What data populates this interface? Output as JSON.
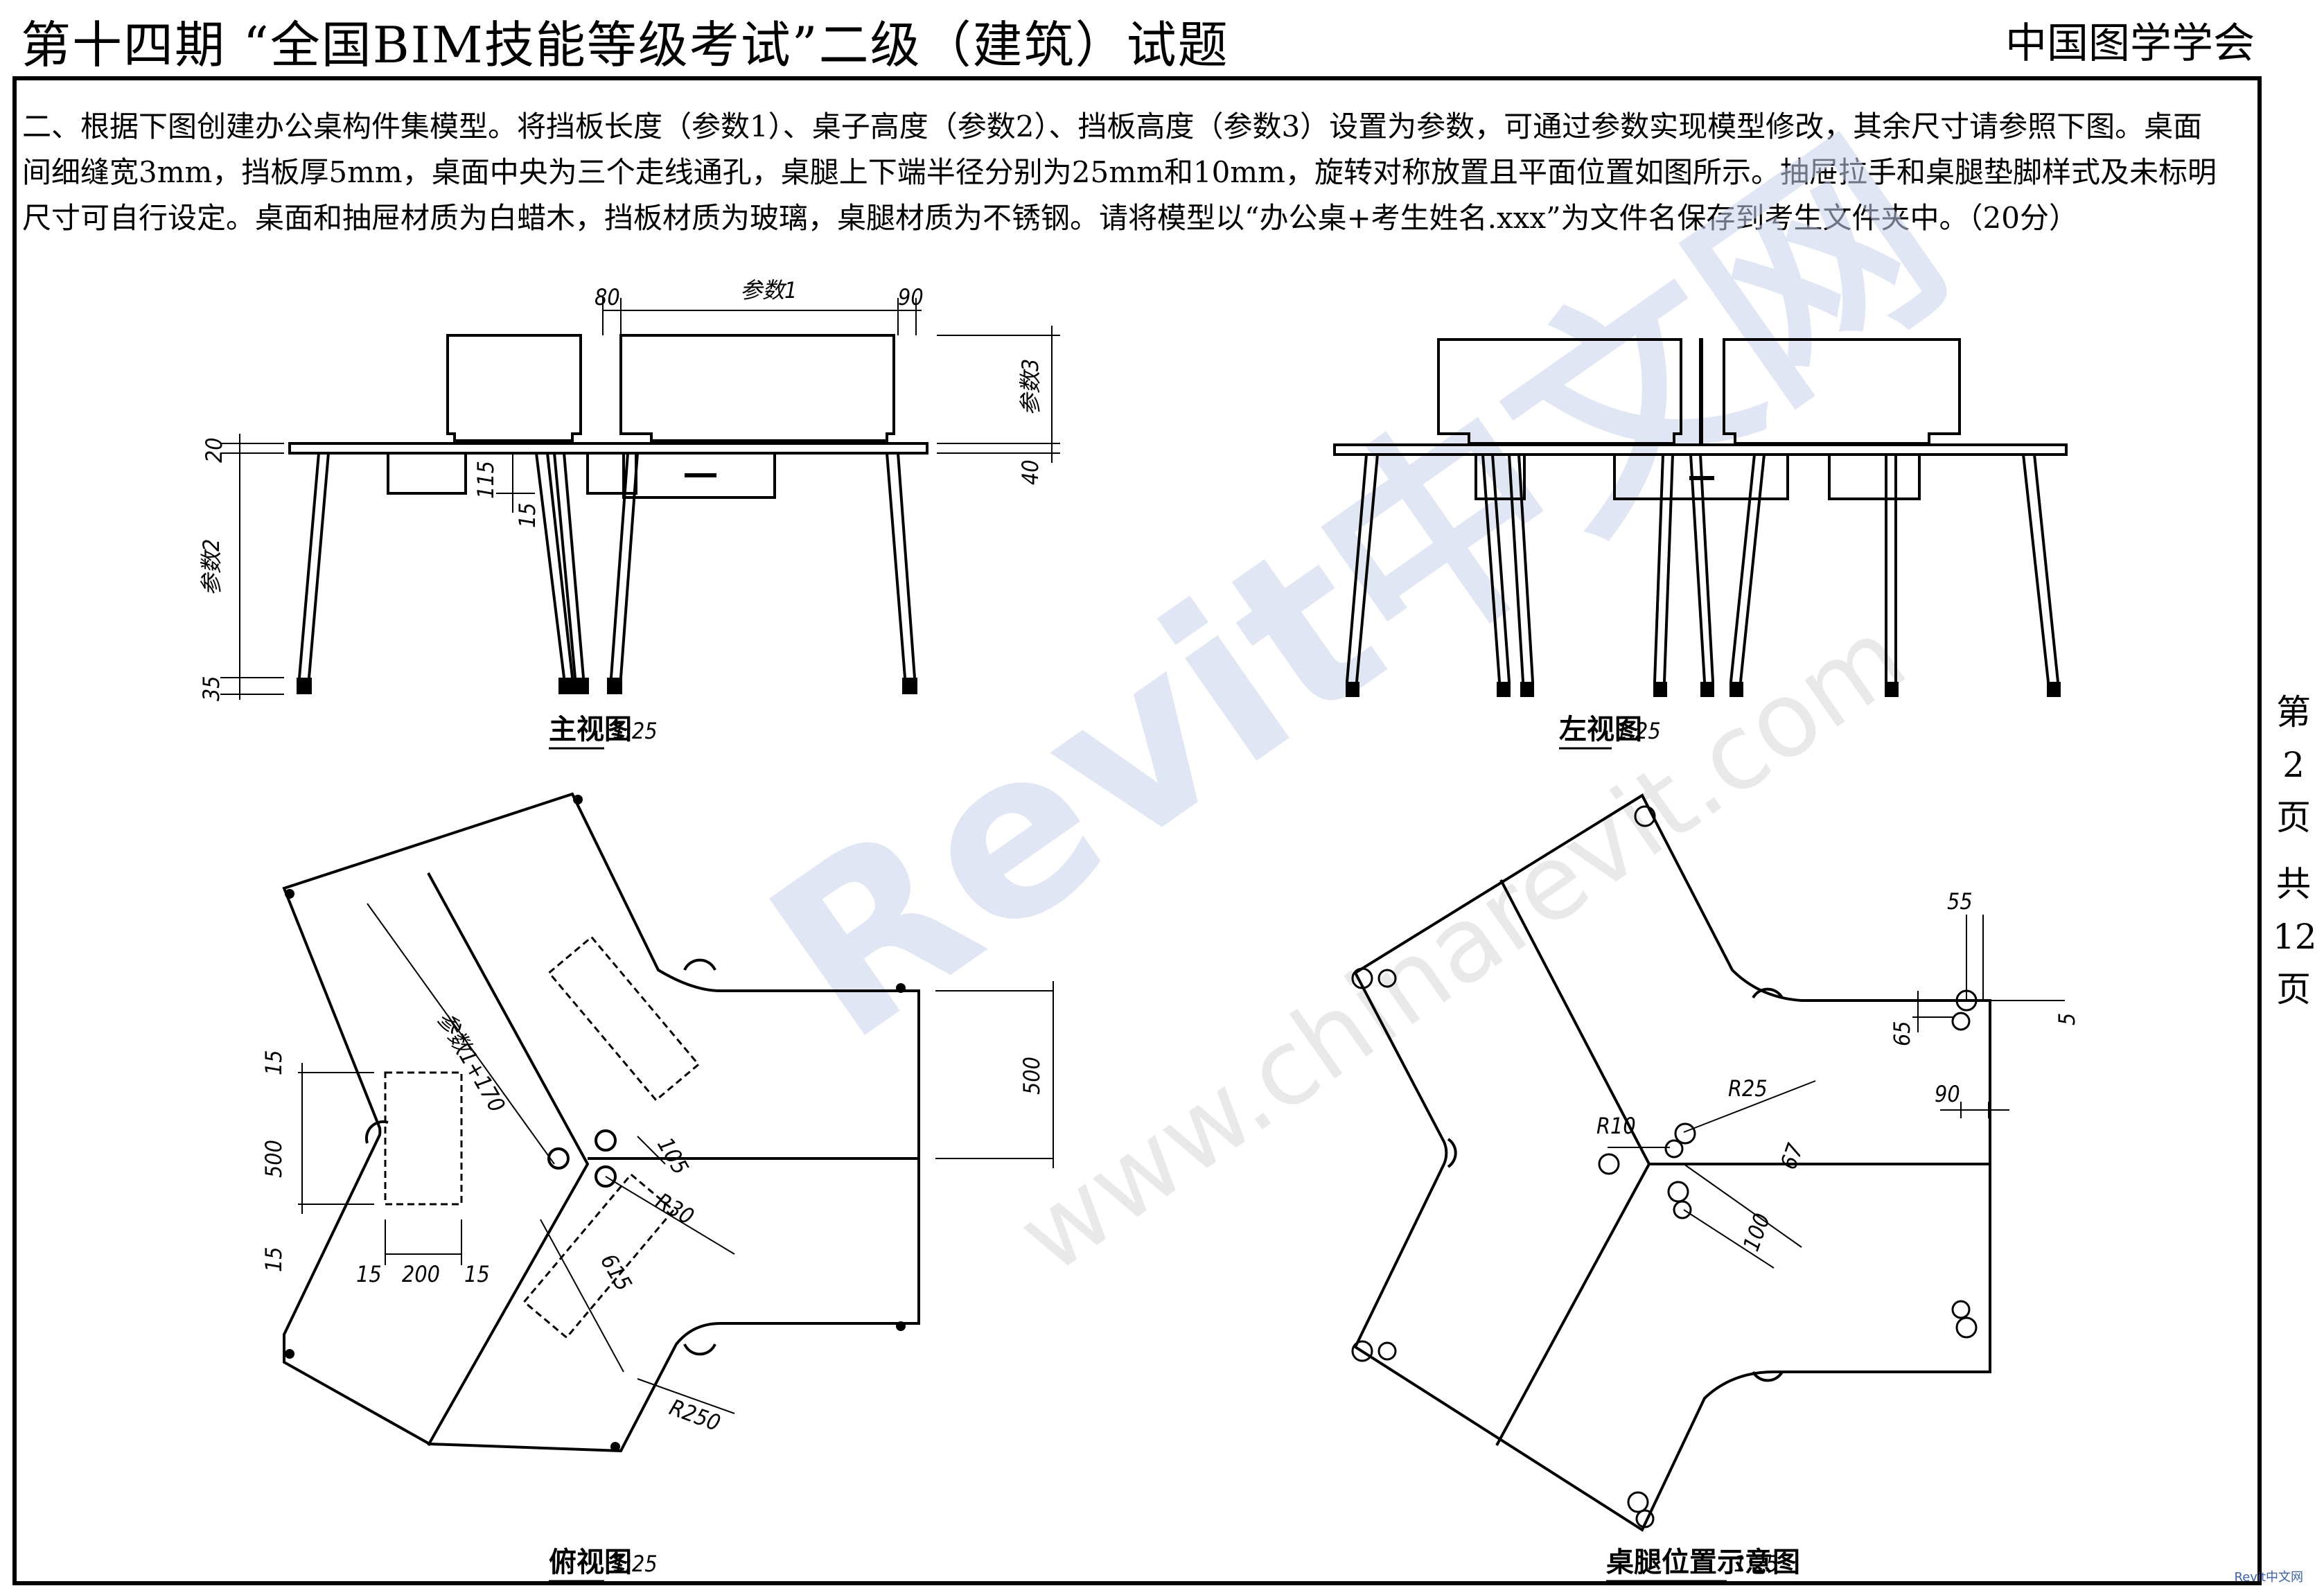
{
  "header": {
    "title": "第十四期 “全国BIM技能等级考试”二级（建筑）试题",
    "org": "中国图学学会"
  },
  "question": {
    "text": "二、根据下图创建办公桌构件集模型。将挡板长度（参数1）、桌子高度（参数2）、挡板高度（参数3）设置为参数，可通过参数实现模型修改，其余尺寸请参照下图。桌面间细缝宽3mm，挡板厚5mm，桌面中央为三个走线通孔，桌腿上下端半径分别为25mm和10mm，旋转对称放置且平面位置如图所示。抽屉拉手和桌腿垫脚样式及未标明尺寸可自行设定。桌面和抽屉材质为白蜡木，挡板材质为玻璃，桌腿材质为不锈钢。请将模型以“办公桌+考生姓名.xxx”为文件名保存到考生文件夹中。（20分）"
  },
  "page_indicator": [
    "第",
    "2",
    "页",
    "共",
    "12",
    "页"
  ],
  "views": {
    "front": {
      "caption_name": "主视图",
      "caption_scale": "1:25",
      "dims": {
        "d80": "80",
        "param1": "参数1",
        "d90": "90",
        "param3": "参数3",
        "d40": "40",
        "d20": "20",
        "d115": "115",
        "d15": "15",
        "param2": "参数2",
        "d35": "35"
      }
    },
    "side": {
      "caption_name": "左视图",
      "caption_scale": "1:25"
    },
    "top": {
      "caption_name": "俯视图",
      "caption_scale": "1:25",
      "dims": {
        "param1_170": "参数1+170",
        "d500a": "500",
        "d500b": "500",
        "d15a": "15",
        "d15b": "15",
        "d15c": "15",
        "d200": "200",
        "d15d": "15",
        "d105": "105",
        "r30": "R30",
        "d615": "615",
        "r250": "R250"
      }
    },
    "legs": {
      "caption_name": "桌腿位置示意图",
      "caption_scale": "1:25",
      "dims": {
        "d55": "55",
        "d65": "65",
        "d5": "5",
        "d90": "90",
        "r25": "R25",
        "r10": "R10",
        "d67": "67",
        "d100": "100"
      }
    }
  },
  "watermark": {
    "brand": "Revit中文网",
    "url": "www.chinarevit.com"
  },
  "corner_logo": "Revit中文网"
}
